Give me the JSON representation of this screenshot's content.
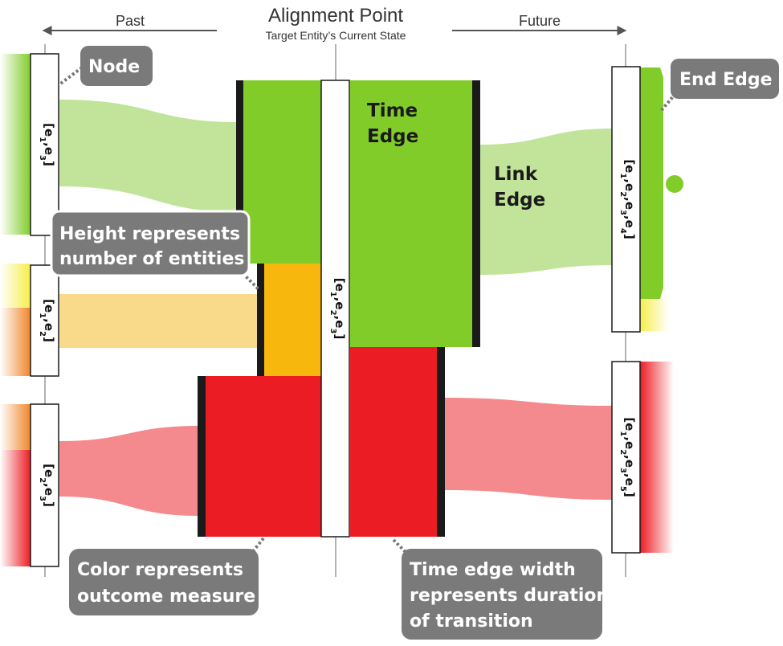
{
  "header": {
    "past": "Past",
    "future": "Future",
    "alignment_title": "Alignment Point",
    "alignment_subtitle": "Target Entity’s Current State"
  },
  "callouts": {
    "node": "Node",
    "end_edge": "End Edge",
    "height": [
      "Height represents",
      "number of entities"
    ],
    "color": [
      "Color represents",
      "outcome measure"
    ],
    "time_width": [
      "Time edge width",
      "represents duration",
      "of transition"
    ]
  },
  "edge_labels": {
    "time_edge": [
      "Time",
      "Edge"
    ],
    "link_edge": [
      "Link",
      "Edge"
    ]
  },
  "nodes": {
    "past_top": {
      "parts": [
        {
          "t": "[e"
        },
        {
          "t": "1",
          "sub": true
        },
        {
          "t": ",e"
        },
        {
          "t": "3",
          "sub": true
        },
        {
          "t": "]"
        }
      ]
    },
    "past_mid": {
      "parts": [
        {
          "t": "[e"
        },
        {
          "t": "1",
          "sub": true
        },
        {
          "t": ",e"
        },
        {
          "t": "2",
          "sub": true
        },
        {
          "t": "]"
        }
      ]
    },
    "past_bot": {
      "parts": [
        {
          "t": "[e"
        },
        {
          "t": "2",
          "sub": true
        },
        {
          "t": ",e"
        },
        {
          "t": "3",
          "sub": true
        },
        {
          "t": "]"
        }
      ]
    },
    "center": {
      "parts": [
        {
          "t": "[e"
        },
        {
          "t": "1",
          "sub": true
        },
        {
          "t": ",e"
        },
        {
          "t": "2",
          "sub": true
        },
        {
          "t": ",e"
        },
        {
          "t": "3",
          "sub": true
        },
        {
          "t": "]"
        }
      ]
    },
    "future_top": {
      "parts": [
        {
          "t": "[e"
        },
        {
          "t": "1",
          "sub": true
        },
        {
          "t": ",e"
        },
        {
          "t": "2",
          "sub": true
        },
        {
          "t": ",e"
        },
        {
          "t": "3",
          "sub": true
        },
        {
          "t": ",e"
        },
        {
          "t": "4",
          "sub": true
        },
        {
          "t": "]"
        }
      ]
    },
    "future_bot": {
      "parts": [
        {
          "t": "[e"
        },
        {
          "t": "1",
          "sub": true
        },
        {
          "t": ",e"
        },
        {
          "t": "2",
          "sub": true
        },
        {
          "t": ",e"
        },
        {
          "t": "3",
          "sub": true
        },
        {
          "t": ",e"
        },
        {
          "t": "5",
          "sub": true
        },
        {
          "t": "]"
        }
      ]
    }
  },
  "colors": {
    "green": "#82cc2a",
    "light_green": "#c2e49a",
    "orange": "#f7b70d",
    "light_orange": "#f9d98a",
    "red": "#ec1c24",
    "light_red": "#f48a8d",
    "yellow": "#f5ee4a",
    "callout": "#7a7a7a",
    "bar": "#1a1a1a"
  }
}
